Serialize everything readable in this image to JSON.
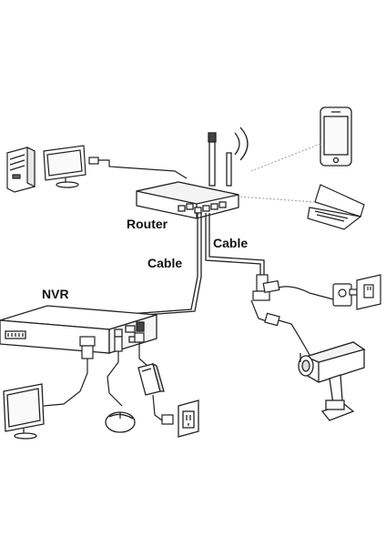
{
  "labels": {
    "router": "Router",
    "nvr": "NVR",
    "cable_right": "Cable",
    "cable_left": "Cable"
  },
  "devices": [
    {
      "name": "desktop-computer-icon"
    },
    {
      "name": "monitor-icon"
    },
    {
      "name": "router-icon"
    },
    {
      "name": "smartphone-icon"
    },
    {
      "name": "laptop-icon"
    },
    {
      "name": "nvr-recorder-icon"
    },
    {
      "name": "ip-camera-icon"
    },
    {
      "name": "power-adapter-icon"
    },
    {
      "name": "wall-outlet-icon"
    },
    {
      "name": "mouse-icon"
    }
  ],
  "colors": {
    "line": "#222222",
    "fill": "#ffffff",
    "background": "#ffffff"
  }
}
